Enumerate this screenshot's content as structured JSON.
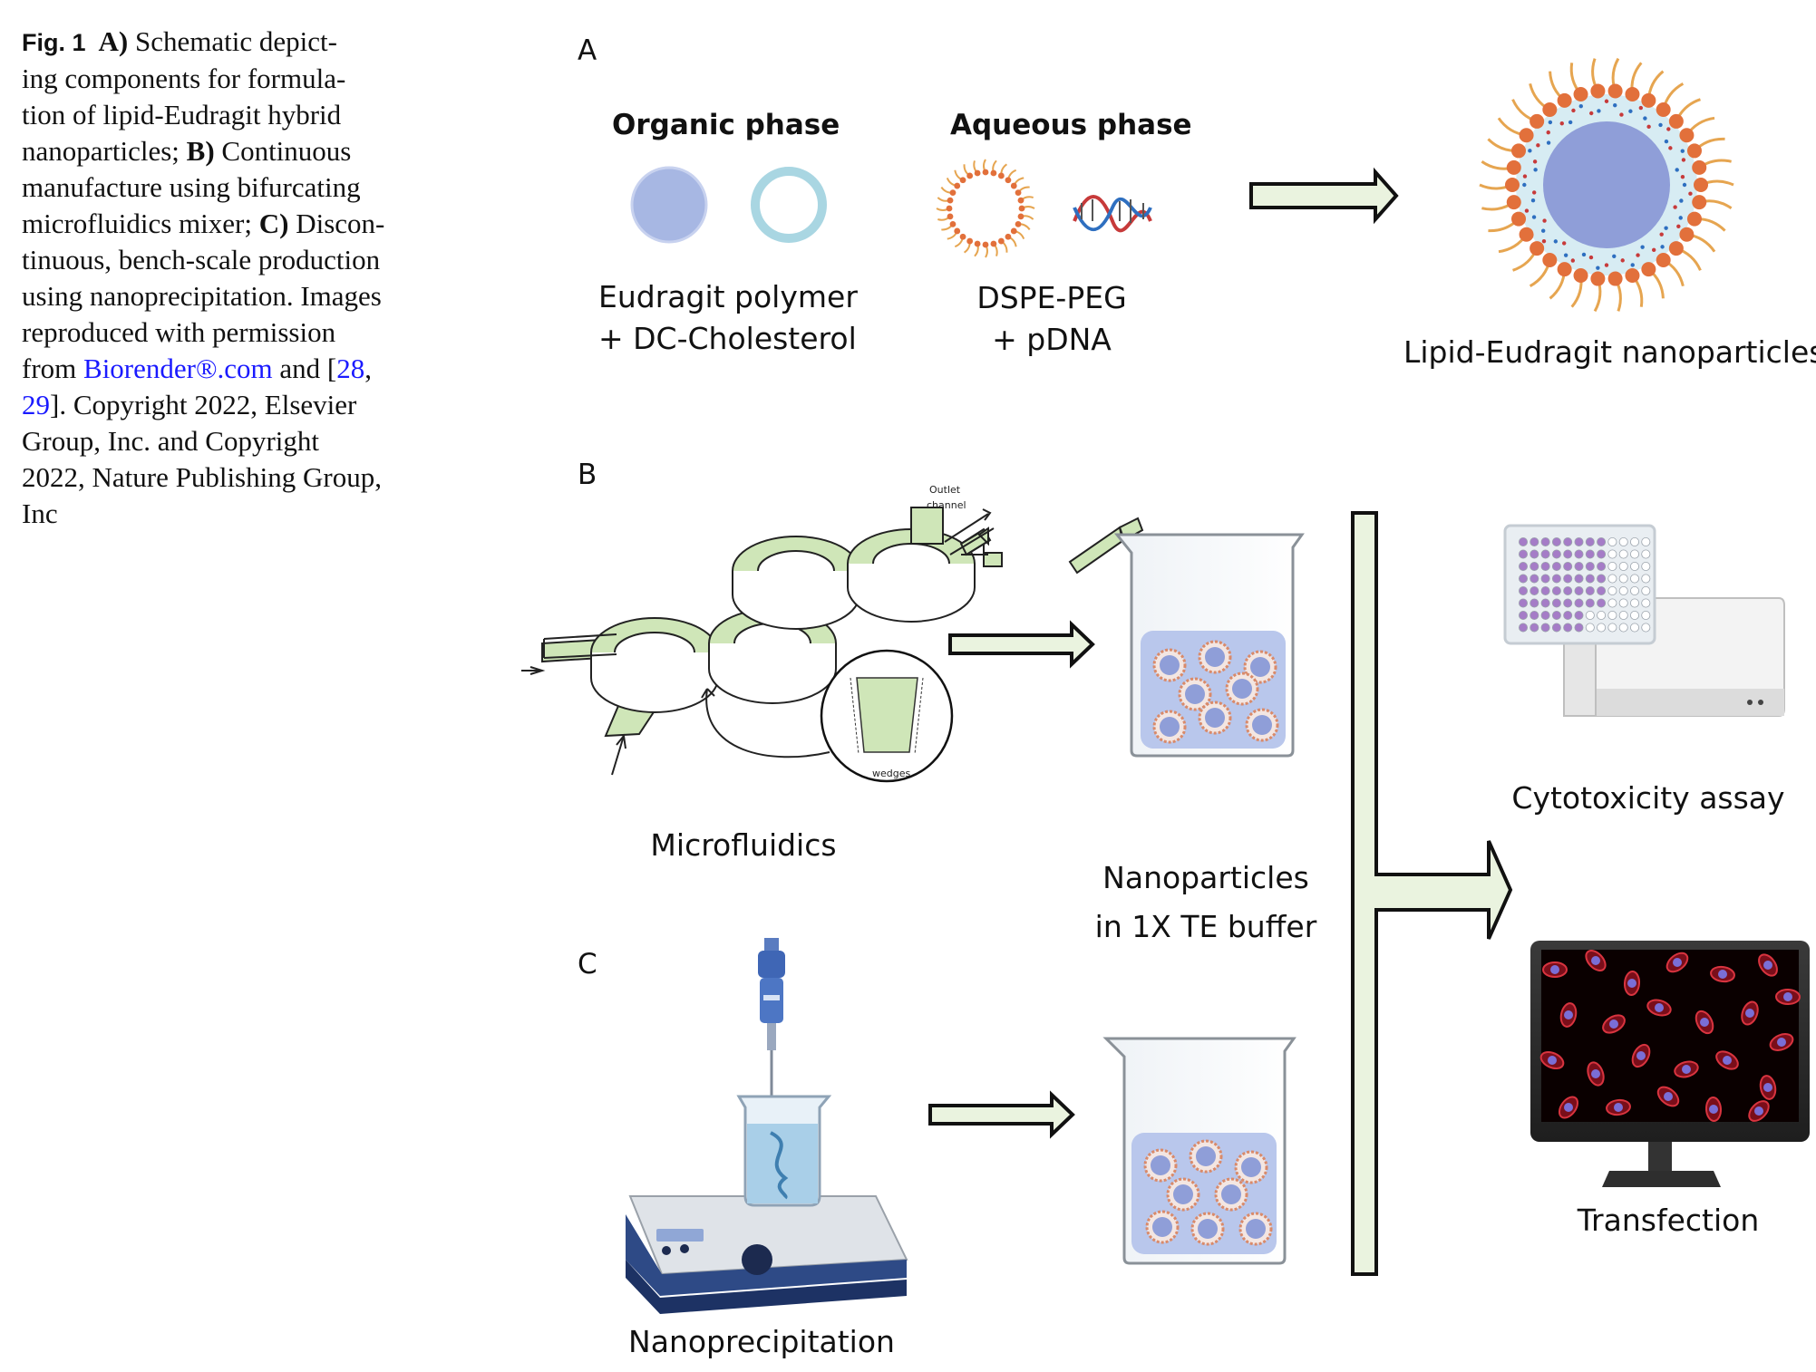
{
  "caption": {
    "fig_label": "Fig. 1",
    "lines": [
      [
        "A)",
        " Schematic depict-"
      ],
      [
        "",
        "ing components for formula-"
      ],
      [
        "",
        "tion of lipid-Eudragit hybrid"
      ],
      [
        "",
        "nanoparticles; "
      ],
      [
        "",
        "manufacture using bifurcating"
      ],
      [
        "",
        "microfluidics mixer; "
      ],
      [
        "",
        "tinuous, bench-scale production"
      ],
      [
        "",
        "using nanoprecipitation. Images"
      ],
      [
        "",
        "reproduced with permission"
      ],
      [
        "",
        "from "
      ],
      [
        "",
        "29"
      ],
      [
        "",
        "Group, Inc. and Copyright"
      ],
      [
        "",
        "2022, Nature Publishing Group,"
      ],
      [
        "",
        "Inc"
      ]
    ],
    "line4_bold": "B)",
    "line4_rest": " Continuous",
    "line6_bold": "C)",
    "line6_rest": " Discon-",
    "line10_link": "Biorender®.com",
    "line10_mid": " and [",
    "line10_ref": "28",
    "line10_end": ",",
    "line11_rest": "]. Copyright 2022, Elsevier"
  },
  "panels": {
    "a_letter": "A",
    "b_letter": "B",
    "c_letter": "C"
  },
  "panel_a": {
    "organic_phase": "Organic phase",
    "aqueous_phase": "Aqueous phase",
    "organic_line1": "Eudragit polymer",
    "organic_line2": "+ DC-Cholesterol",
    "aqueous_line1": "DSPE-PEG",
    "aqueous_line2": "+ pDNA",
    "product": "Lipid-Eudragit nanoparticles"
  },
  "panel_b": {
    "method": "Microfluidics",
    "outlet_label_1": "Outlet",
    "outlet_label_2": "channel",
    "wedges_label": "wedges",
    "product_line1": "Nanoparticles",
    "product_line2": "in 1X TE buffer"
  },
  "panel_c": {
    "method": "Nanoprecipitation"
  },
  "outputs": {
    "assay": "Cytotoxicity assay",
    "transfection": "Transfection"
  },
  "colors": {
    "polymer_fill": "#a7b7e3",
    "shell_ring": "#a9d6e2",
    "lipid_orange": "#e2703b",
    "arrow_fill": "#eaf3df",
    "channel_green": "#cfe6b8",
    "beaker_liquid": "#b9c7ec",
    "cell_red": "#d8343f",
    "cell_blue": "#7a6ed6",
    "well_purple": "#a57cc7",
    "stirrer_blue": "#2e4a86"
  }
}
